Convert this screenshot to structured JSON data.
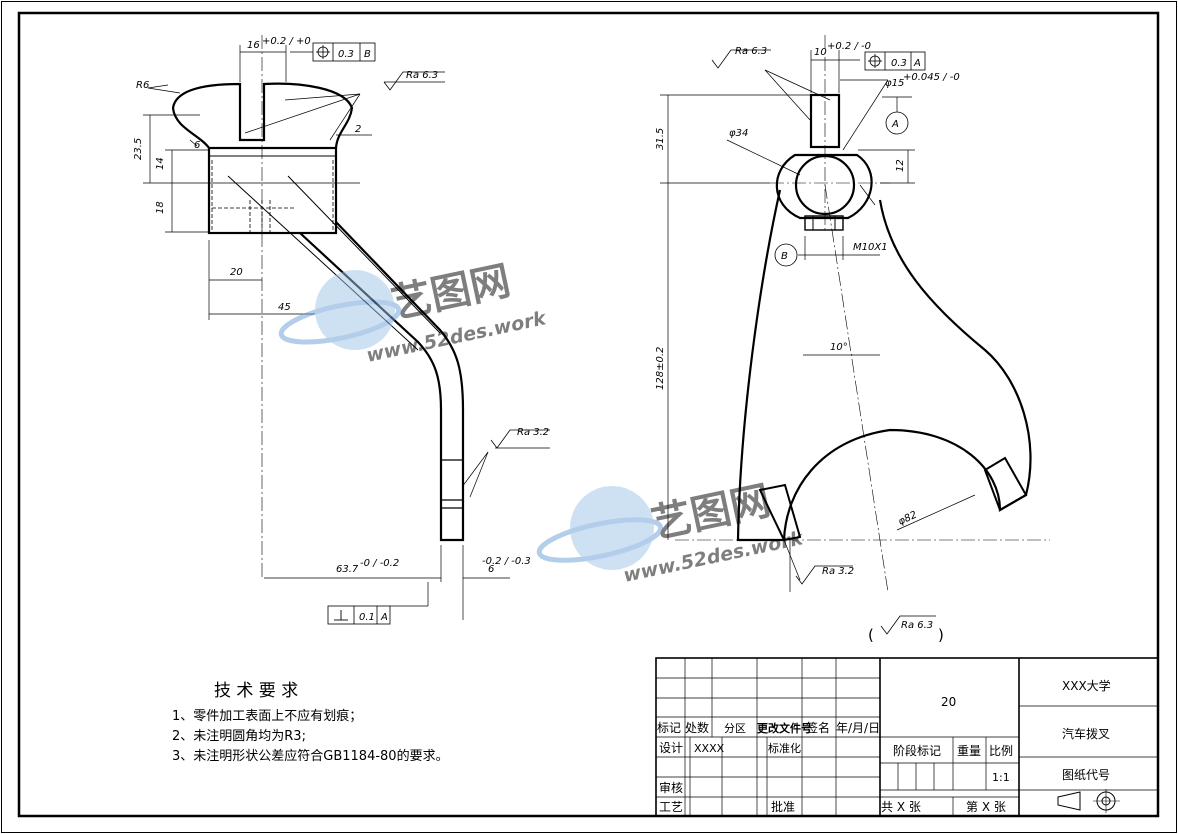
{
  "dims": {
    "slot_w": "16",
    "slot_tol": "+0.2 / +0",
    "tol_a_val": "0.3",
    "tol_a_ref": "B",
    "ra63": "Ra 6.3",
    "r6": "R6",
    "d235": "23.5",
    "d14": "14",
    "d6": "6",
    "d18": "18",
    "d2": "2",
    "d20": "20",
    "d45": "45",
    "ra32": "Ra 3.2",
    "d637": "63.7",
    "d637_tol": "-0 / -0.2",
    "d6b": "6",
    "d6b_tol": "-0.2 / -0.3",
    "perp_val": "0.1",
    "perp_ref": "A",
    "r_slot_w": "10",
    "r_slot_tol": "+0.2 / -0",
    "r_tol_val": "0.3",
    "r_tol_ref": "A",
    "phi15": "φ15",
    "phi15_tol": "+0.045 / -0",
    "datum_a": "A",
    "d315": "31.5",
    "phi34": "φ34",
    "d12": "12",
    "datum_b": "B",
    "m10": "M10X1",
    "d10deg": "10°",
    "d128": "128±0.2",
    "phi82": "φ82",
    "ra_general": "Ra 6.3"
  },
  "notes": {
    "heading": "技 术 要 求",
    "n1": "1、零件加工表面上不应有划痕；",
    "n2": "2、未注明圆角均为R3;",
    "n3": "3、未注明形状公差应符合GB1184-80的要求。"
  },
  "title_block": {
    "cells": {
      "mark": "标记",
      "count": "处数",
      "zone": "分区",
      "change_doc": "更改文件号",
      "signature": "签名",
      "date": "年/月/日",
      "design": "设计",
      "designer": "XXXX",
      "standard": "标准化",
      "review": "审核",
      "process": "工艺",
      "approve": "批准"
    },
    "material": "20",
    "stage_label": "阶段标记",
    "weight_label": "重量",
    "scale_label": "比例",
    "scale_value": "1:1",
    "sheets_total": "共 X 张",
    "sheet_no": "第 X 张",
    "org": "XXX大学",
    "part_name": "汽车拨叉",
    "drawing_no": "图纸代号"
  },
  "watermark": {
    "brand": "艺图网",
    "url": "www.52des.work"
  }
}
